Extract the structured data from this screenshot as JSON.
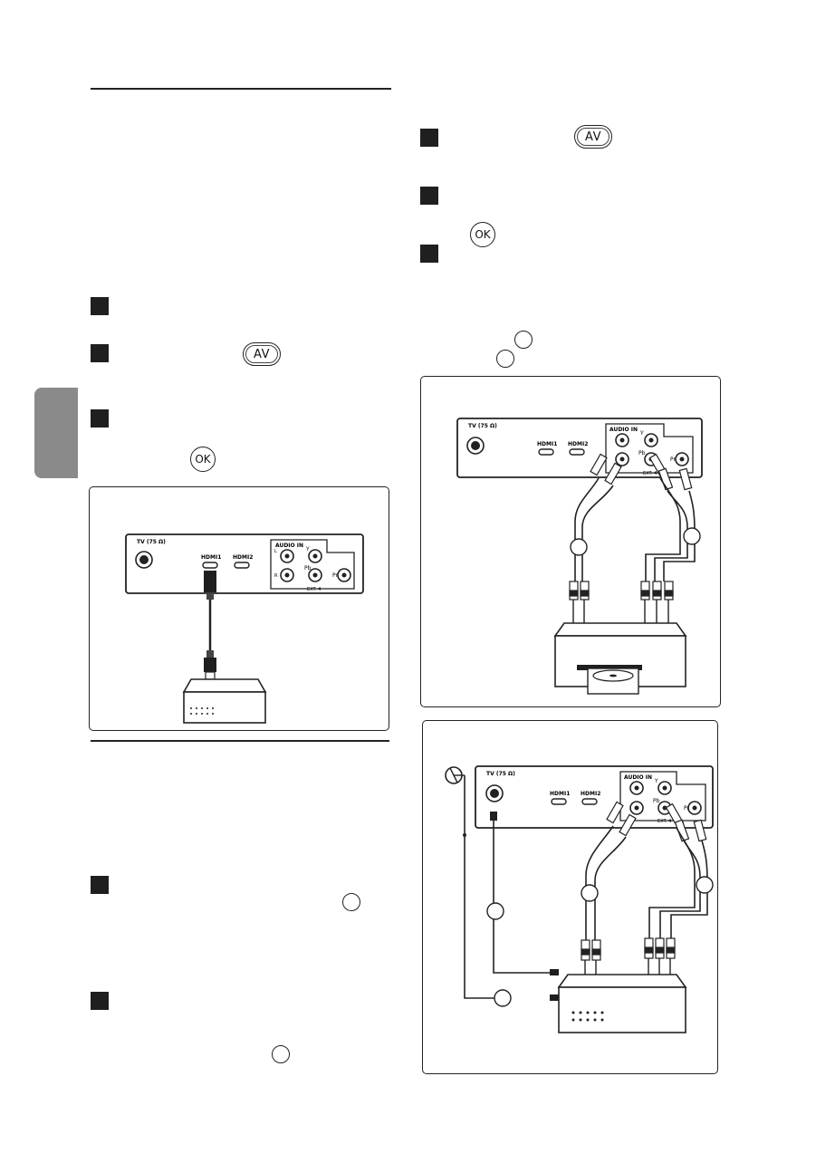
{
  "buttons": {
    "av": "AV",
    "ok": "OK"
  },
  "connector_labels": {
    "antenna": "TV (75 Ω)",
    "hdmi1": "HDMI1",
    "hdmi2": "HDMI2",
    "audio_in": "AUDIO IN",
    "audio_l": "L",
    "audio_r": "R",
    "y": "Y",
    "pb": "Pb",
    "pr": "Pr",
    "ext": "EXT. 4"
  },
  "icons": [
    "av-button-icon",
    "ok-button-icon",
    "step-square-icon",
    "callout-circle-icon"
  ],
  "colors": {
    "ink": "#1f1f1f",
    "side_tab": "#8a8a8a",
    "background": "#ffffff"
  }
}
